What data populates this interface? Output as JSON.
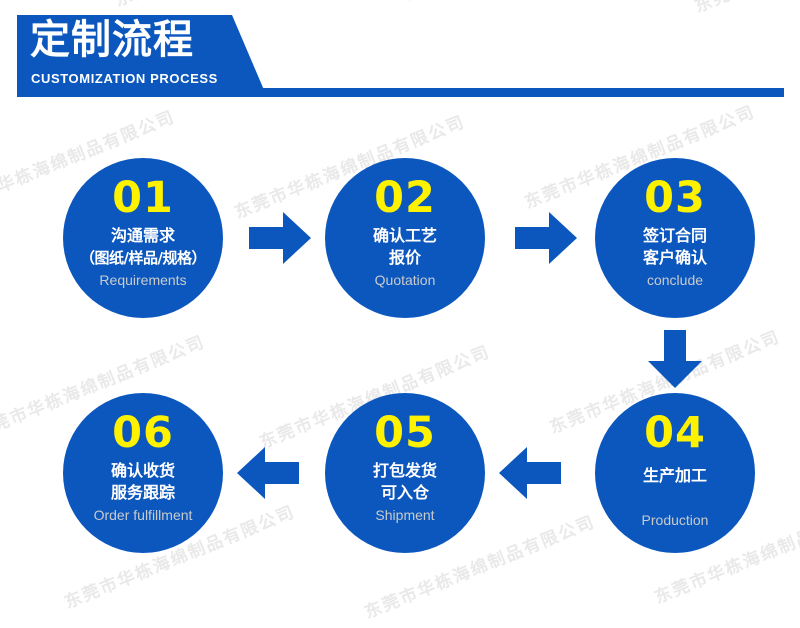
{
  "header": {
    "title_cn": "定制流程",
    "title_en": "CUSTOMIZATION PROCESS",
    "accent_color": "#0B57BE"
  },
  "watermark": {
    "text": "东莞市华栋海绵制品有限公司",
    "color": "#e9e9e9"
  },
  "palette": {
    "blue": "#0B57BE",
    "yellow": "#FFF200",
    "white": "#FFFFFF",
    "gray_text": "#C9CBCC"
  },
  "flow": {
    "steps": [
      {
        "number": "01",
        "cn_line1": "沟通需求",
        "cn_line2": "（图纸/样品/规格）",
        "en": "Requirements"
      },
      {
        "number": "02",
        "cn_line1": "确认工艺",
        "cn_line2": "报价",
        "en": "Quotation"
      },
      {
        "number": "03",
        "cn_line1": "签订合同",
        "cn_line2": "客户确认",
        "en": "conclude"
      },
      {
        "number": "04",
        "cn_line1": "生产加工",
        "cn_line2": "",
        "en": "Production"
      },
      {
        "number": "05",
        "cn_line1": "打包发货",
        "cn_line2": "可入仓",
        "en": "Shipment"
      },
      {
        "number": "06",
        "cn_line1": "确认收货",
        "cn_line2": "服务跟踪",
        "en": "Order fulfillment"
      }
    ],
    "connectors": [
      {
        "name": "arrow-right-1",
        "direction": "right"
      },
      {
        "name": "arrow-right-2",
        "direction": "right"
      },
      {
        "name": "arrow-down-1",
        "direction": "down"
      },
      {
        "name": "arrow-left-1",
        "direction": "left"
      },
      {
        "name": "arrow-left-2",
        "direction": "left"
      }
    ]
  }
}
